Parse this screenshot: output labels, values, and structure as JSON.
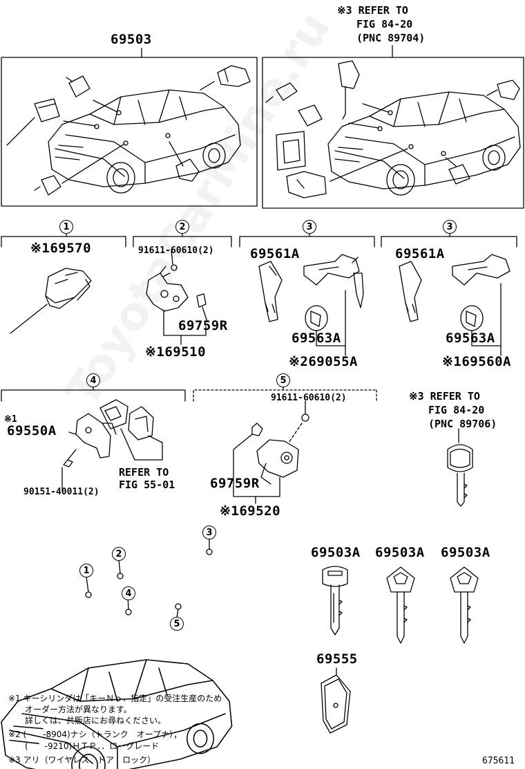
{
  "header": {
    "ref_top": [
      "※3 REFER TO",
      "FIG 84-20",
      "(PNC 89704)"
    ],
    "part_main": "69503"
  },
  "section_numbers": [
    "1",
    "2",
    "3",
    "3",
    "4",
    "5"
  ],
  "parts": {
    "s1_part": "※169570",
    "s2_bolt": "91611-60610(2)",
    "s2_part_a": "69759R",
    "s2_assy": "※169510",
    "s3a_part": "69561A",
    "s3a_pad": "69563A",
    "s3a_assy": "※269055A",
    "s3b_part": "69561A",
    "s3b_pad": "69563A",
    "s3b_assy": "※169560A",
    "s4_note": "※1",
    "s4_part": "69550A",
    "s4_ref": [
      "REFER TO",
      "FIG 55-01"
    ],
    "s4_screw": "90151-40011(2)",
    "s5_bolt": "91611-60610(2)",
    "s5_part_a": "69759R",
    "s5_assy": "※169520",
    "ref_mid": [
      "※3 REFER TO",
      "FIG 84-20",
      "(PNC 89706)"
    ],
    "keys": [
      "69503A",
      "69503A",
      "69503A"
    ],
    "plate": "69555"
  },
  "car_markers": [
    "1",
    "2",
    "3",
    "4",
    "5"
  ],
  "notes": [
    "※1 キーシリンダは「キーＮｏ．指定」の受注生産のため",
    "　　オーダー方法が異なります。",
    "　　詳しくは、共販店にお尋ねください。",
    "※2 (　　-8904)ナシ（トランク　オープナ）；",
    "　　(　　-9210)ＨＴＰ．．ローグレード",
    "※3 アリ（ワイヤレス　ドア　ロック）"
  ],
  "figure_number": "675611",
  "watermark": "ToyotaCarMine.ru"
}
